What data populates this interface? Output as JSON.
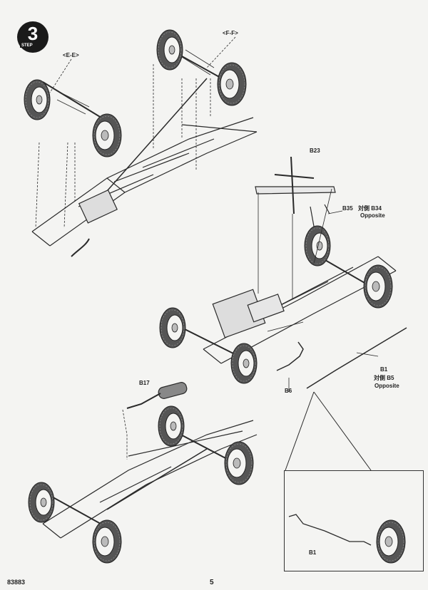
{
  "page": {
    "step_number": "3",
    "step_word": "STEP",
    "footer_code": "83883",
    "page_number": "5"
  },
  "labels": {
    "ee": "<E-E>",
    "ff": "<F-F>",
    "b23": "B23",
    "b35": "B35",
    "b34": "対側 B34",
    "b34_opposite": "Opposite",
    "b1": "B1",
    "b5": "対側 B5",
    "b5_opposite": "Opposite",
    "b6": "B6",
    "b17": "B17",
    "inset_b1": "B1"
  },
  "colors": {
    "line": "#2a2a2a",
    "tire": "#444444",
    "paper": "#f4f4f2"
  }
}
